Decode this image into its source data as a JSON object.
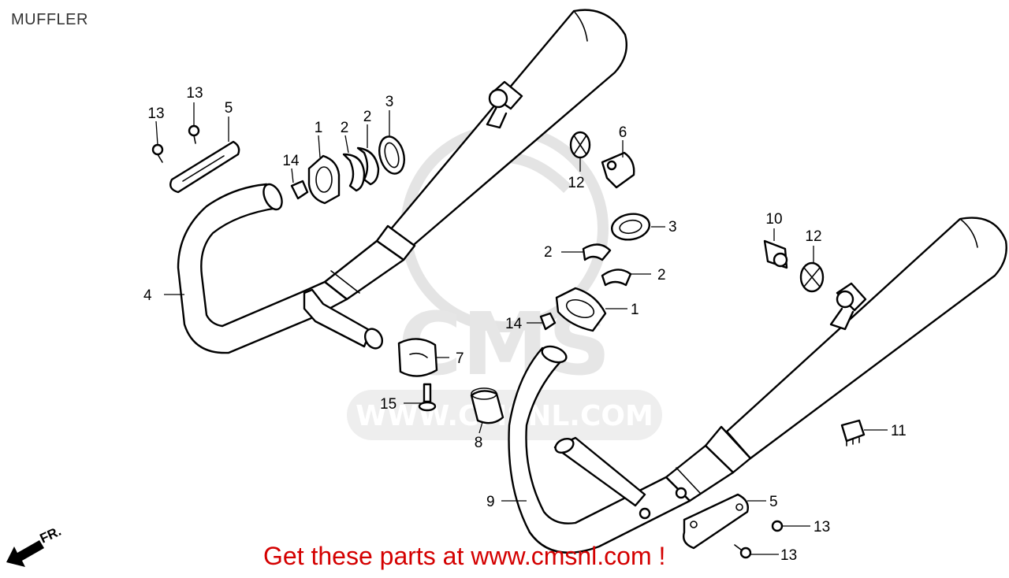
{
  "header": {
    "title": "MUFFLER"
  },
  "watermark": {
    "brand": "CMS",
    "site": "WWW.CMSNL.COM"
  },
  "orientation": {
    "label": "FR."
  },
  "callouts": {
    "c1a": "1",
    "c1b": "1",
    "c2a": "2",
    "c2b": "2",
    "c2c": "2",
    "c2d": "2",
    "c3a": "3",
    "c3b": "3",
    "c4": "4",
    "c5a": "5",
    "c5b": "5",
    "c6": "6",
    "c7": "7",
    "c8": "8",
    "c9": "9",
    "c10": "10",
    "c11": "11",
    "c12a": "12",
    "c12b": "12",
    "c13a": "13",
    "c13b": "13",
    "c13c": "13",
    "c13d": "13",
    "c14a": "14",
    "c14b": "14",
    "c15": "15"
  },
  "footer": {
    "promo": "Get these parts at www.cmsnl.com !"
  }
}
